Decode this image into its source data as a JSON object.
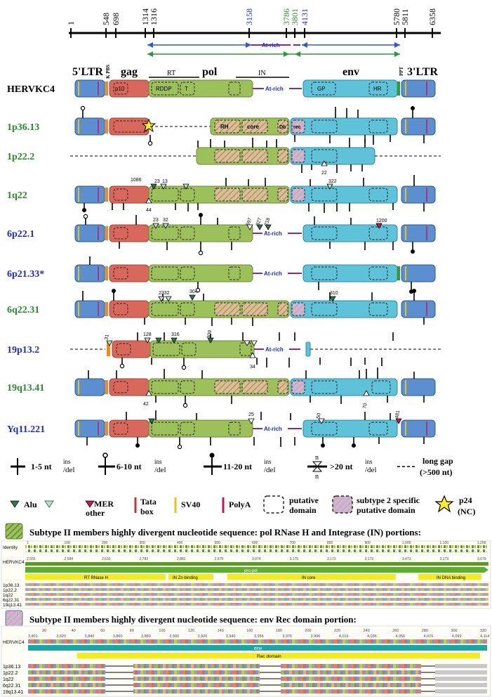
{
  "colors": {
    "ltr": "#5b8fcf",
    "gag": "#d9685c",
    "pol": "#9cc05a",
    "env": "#5ec3d9",
    "pbs": "#e98a2b",
    "ppt": "#2e9a3a",
    "tata": "#c0392b",
    "sv40": "#e8c21a",
    "polya": "#c2185b",
    "at_rich": "#8e2a7c",
    "green_label": "#2a8a2a",
    "blue_label": "#1b2bd6",
    "gag_outline": "#a24535",
    "pol_outline": "#6a8a38",
    "env_outline": "#2c8aa3",
    "ltr_outline": "#2a5a9a",
    "striped_box": "#c9a97a",
    "rec_box": "#b9a6c7",
    "blue_arrow": "#2a5ad6",
    "green_arrow": "#2a9a3a"
  },
  "ruler": {
    "ticks": [
      {
        "label": "1",
        "color": "black"
      },
      {
        "label": "548",
        "color": "black"
      },
      {
        "label": "698",
        "color": "black"
      },
      {
        "label": "1314",
        "color": "black"
      },
      {
        "label": "1316",
        "color": "black"
      },
      {
        "label": "3158",
        "color": "blue"
      },
      {
        "label": "3786",
        "color": "green"
      },
      {
        "label": "3801",
        "color": "green"
      },
      {
        "label": "4131",
        "color": "blue"
      },
      {
        "label": "5780",
        "color": "black"
      },
      {
        "label": "5811",
        "color": "black"
      },
      {
        "label": "6358",
        "color": "black"
      }
    ],
    "at_rich_label": "At-rich"
  },
  "headers": {
    "ltr5": "5'LTR",
    "pbs": "K PBS",
    "gag": "gag",
    "rt": "RT",
    "pol": "pol",
    "in": "IN",
    "env": "env",
    "ppt": "PPT",
    "ltr3": "3'LTR"
  },
  "domains": {
    "p10": "p10",
    "rddp": "RDDP",
    "t": "T",
    "gp": "GP",
    "hr": "HR",
    "rh": "RH",
    "core": "core",
    "db": "Db",
    "rec": "rec",
    "at_rich": "At-rich"
  },
  "rows": [
    {
      "label": "HERVKC4",
      "color": "black"
    },
    {
      "label": "1p36.13",
      "color": "green"
    },
    {
      "label": "1p22.2",
      "color": "green"
    },
    {
      "label": "1q22",
      "color": "green"
    },
    {
      "label": "6p22.1",
      "color": "blue"
    },
    {
      "label": "6p21.33*",
      "color": "blue"
    },
    {
      "label": "6q22.31",
      "color": "green"
    },
    {
      "label": "19p13.2",
      "color": "blue"
    },
    {
      "label": "19q13.41",
      "color": "green"
    },
    {
      "label": "Yq11.221",
      "color": "blue"
    }
  ],
  "annotations": {
    "n1086": "1086",
    "n23a": "23",
    "n13": "13",
    "n44": "44",
    "n322": "322",
    "n22": "22",
    "n23b": "23",
    "n32": "32",
    "n597": "597",
    "n327": "327",
    "n218": "218",
    "n1200": "1200",
    "n2332": "2332",
    "n304": "304",
    "n310": "310",
    "n31": "31",
    "n128": "128",
    "n316": "316",
    "n309": "309",
    "n34": "34",
    "n42": "42",
    "n70": "70",
    "n25": "25",
    "n50": "50",
    "n481": "481"
  },
  "legend": {
    "ins1": "1-5 nt",
    "ins2": "6-10 nt",
    "ins3": "11-20 nt",
    "ins4": ">20 nt",
    "ins_sup": "ins",
    "del_sub": "/del",
    "n": "n",
    "long_gap": "long gap",
    "long_gap2": "(>500 nt)",
    "alu": "Alu",
    "mer": "MER",
    "other": "other",
    "tata": "Tata",
    "tata2": "box",
    "sv40": "SV40",
    "polya": "PolyA",
    "putative": "putative",
    "putative2": "domain",
    "subtype2": "subtype 2 specific",
    "subtype2b": "putative domain",
    "p24": "p24",
    "p24b": "(NC)"
  },
  "alignment1": {
    "title": "Subtype II members highly divergent nucleotide sequence: pol RNase H and Integrase (IN) portions:",
    "identity": "Identity",
    "ref": "HERVKC4",
    "top_ticks": [
      "1",
      "100",
      "200",
      "300",
      "400",
      "500",
      "600",
      "700",
      "800",
      "900",
      "1,000",
      "1,100",
      "1,200"
    ],
    "ref_ticks": [
      "2,555",
      "2,584",
      "2,633",
      "2,782",
      "2,881",
      "2,979",
      "3,074",
      "3,175",
      "3,173",
      "3,173",
      "3,473",
      "3,173",
      "3,679"
    ],
    "features": {
      "propol": "pro-pol",
      "rnaseh": "RT RNase H",
      "inzn": "IN Zn binding",
      "incore": "IN core",
      "indna": "IN DNA binding"
    },
    "members": [
      "1p36.13",
      "1p22.2",
      "1q22",
      "6q22.31",
      "19q13.41"
    ]
  },
  "alignment2": {
    "title": "Subtype II members highly divergent nucleotide sequence: env Rec domain portion:",
    "ref": "HERVKC4",
    "top_ticks": [
      "20",
      "40",
      "60",
      "80",
      "100",
      "120",
      "140",
      "160",
      "180",
      "200",
      "220",
      "240",
      "260",
      "280",
      "300",
      "320"
    ],
    "ref_ticks": [
      "3,801",
      "3,820",
      "3,840",
      "3,860",
      "3,880",
      "3,900",
      "3,920",
      "3,940",
      "3,956",
      "3,976",
      "3,996",
      "4,016",
      "4,036",
      "4,056",
      "4,076",
      "4,099",
      "4,114"
    ],
    "features": {
      "env": "env",
      "rec": "Rec domain"
    },
    "members": [
      "1p36.13",
      "1p22.2",
      "1q22",
      "6q22.31",
      "19q13.41"
    ]
  }
}
